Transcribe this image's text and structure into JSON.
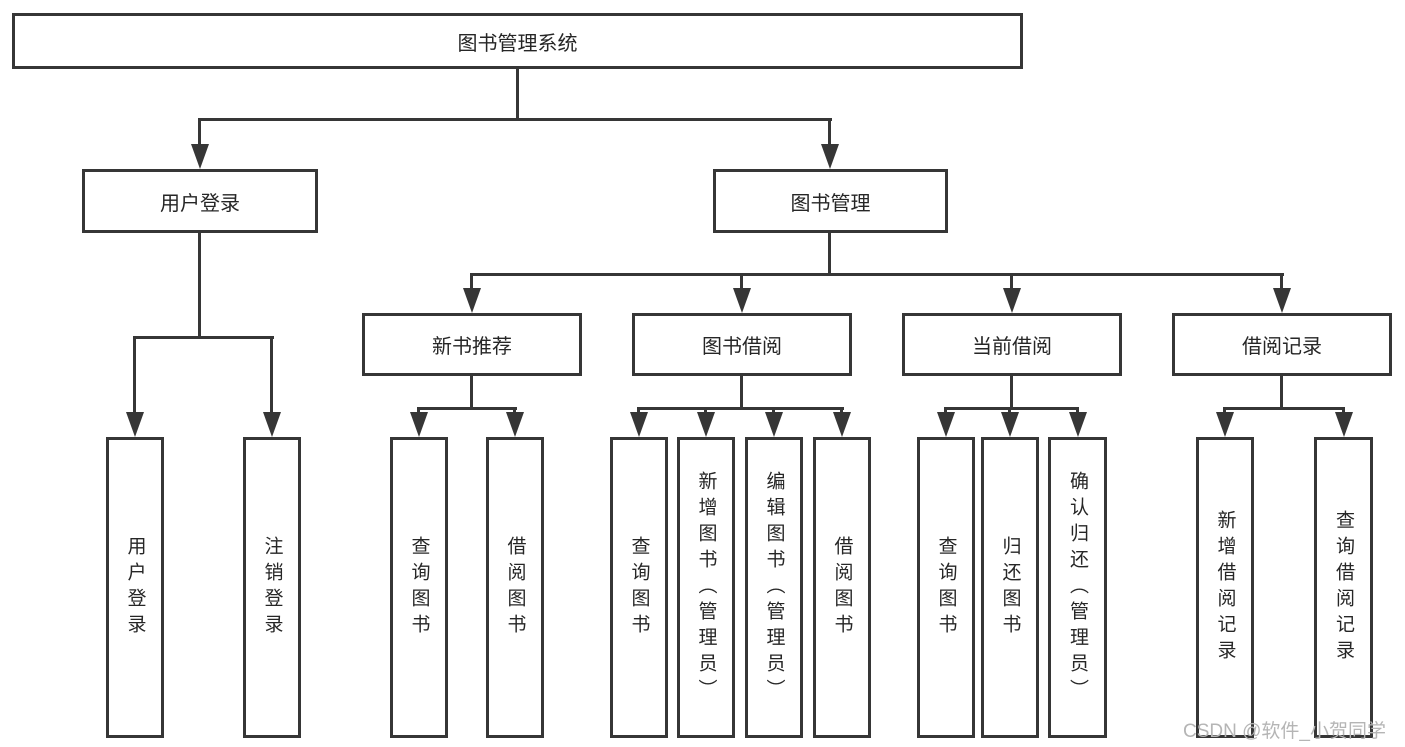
{
  "root": {
    "label": "图书管理系统"
  },
  "branches": [
    {
      "label": "用户登录",
      "leaves": [
        "用户登录",
        "注销登录"
      ]
    },
    {
      "label": "图书管理",
      "groups": [
        {
          "label": "新书推荐",
          "leaves": [
            "查询图书",
            "借阅图书"
          ]
        },
        {
          "label": "图书借阅",
          "leaves": [
            "查询图书",
            "新增图书（管理员）",
            "编辑图书（管理员）",
            "借阅图书"
          ]
        },
        {
          "label": "当前借阅",
          "leaves": [
            "查询图书",
            "归还图书",
            "确认归还（管理员）"
          ]
        },
        {
          "label": "借阅记录",
          "leaves": [
            "新增借阅记录",
            "查询借阅记录"
          ]
        }
      ]
    }
  ],
  "watermark": "CSDN @软件_小贺同学",
  "colors": {
    "line": "#363636",
    "text": "#262626",
    "background": "#ffffff",
    "watermark": "#b5b5b5"
  }
}
